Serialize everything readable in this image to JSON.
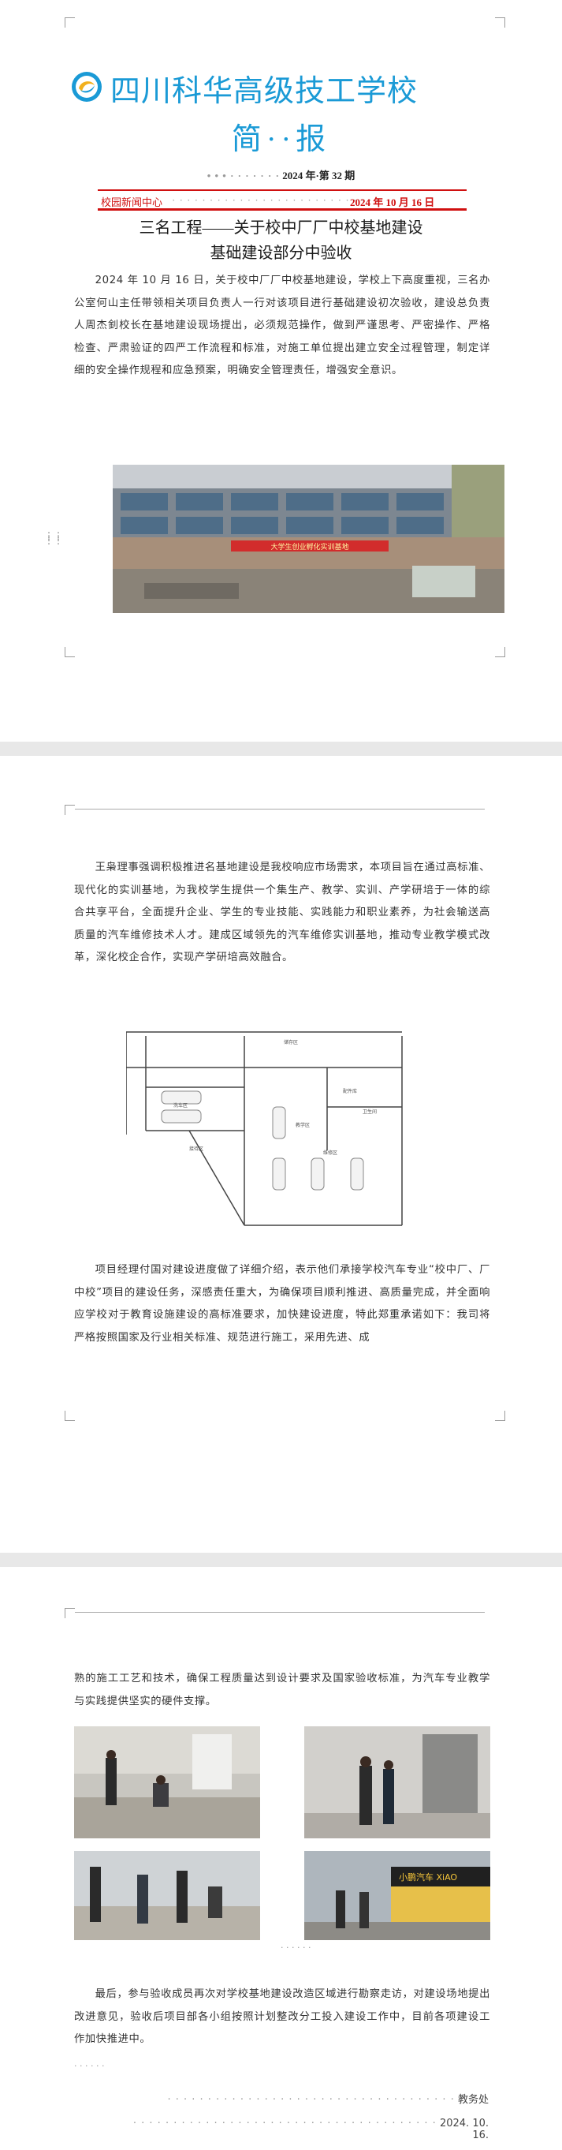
{
  "header": {
    "school_name": "四川科华高级技工学校",
    "title": "简··报",
    "issue": "2024 年·第 32 期",
    "news_center": "校园新闻中心",
    "date": "2024 年 10 月 16 日"
  },
  "article": {
    "headline_line1": "三名工程——关于校中厂厂中校基地建设",
    "headline_line2": "基础建设部分中验收",
    "paragraphs": [
      "2024 年 10 月 16 日，关于校中厂厂中校基地建设，学校上下高度重视，三名办公室何山主任带领相关项目负责人一行对该项目进行基础建设初次验收，建设总负责人周杰釗校长在基地建设现场提出，必须规范操作，做到严谨思考、严密操作、严格检查、严肃验证的四严工作流程和标准，对施工单位提出建立安全过程管理，制定详细的安全操作规程和应急预案，明确安全管理责任，增强安全意识。",
      "王枭理事强调积极推进名基地建设是我校响应市场需求，本项目旨在通过高标准、现代化的实训基地，为我校学生提供一个集生产、教学、实训、产学研培于一体的综合共享平台，全面提升企业、学生的专业技能、实践能力和职业素养，为社会输送高质量的汽车维修技术人才。建成区域领先的汽车维修实训基地，推动专业教学模式改革，深化校企合作，实现产学研培高效融合。",
      "项目经理付国对建设进度做了详细介绍，表示他们承接学校汽车专业“校中厂、厂中校”项目的建设任务，深感责任重大，为确保项目顺利推进、高质量完成，并全面响应学校对于教育设施建设的高标准要求，加快建设进度，特此郑重承诺如下：我司将严格按照国家及行业相关标准、规范进行施工，采用先进、成熟的施工工艺和技术，确保工程质量达到设计要求及国家验收标准，为汽车专业教学与实践提供坚实的硬件支撑。",
      "最后，参与验收成员再次对学校基地建设改造区域进行勘察走访，对建设场地提出改进意见，验收后项目部各小组按照计划整改分工投入建设工作中，目前各项建设工作加快推进中。"
    ],
    "para3_page2": "项目经理付国对建设进度做了详细介绍，表示他们承接学校汽车专业“校中厂、厂中校”项目的建设任务，深感责任重大，为确保项目顺利推进、高质量完成，并全面响应学校对于教育设施建设的高标准要求，加快建设进度，特此郑重承诺如下：我司将严格按照国家及行业相关标准、规范进行施工，采用先进、成",
    "para3_page3": "熟的施工工艺和技术，确保工程质量达到设计要求及国家验收标准，为汽车专业教学与实践提供坚实的硬件支撑。"
  },
  "photo1": {
    "banner": "大学生创业孵化实训基地"
  },
  "floorplan": {
    "rooms": [
      "储存区",
      "洗车区",
      "接待区",
      "教学区",
      "维修区",
      "配件库",
      "卫生间"
    ]
  },
  "photo4": {
    "shop_sign": "小鹏汽车  XiAO"
  },
  "footer": {
    "department": "教务处",
    "date": "2024. 10. 16."
  },
  "colors": {
    "title_blue": "#1a9ad6",
    "red": "#d01010"
  }
}
